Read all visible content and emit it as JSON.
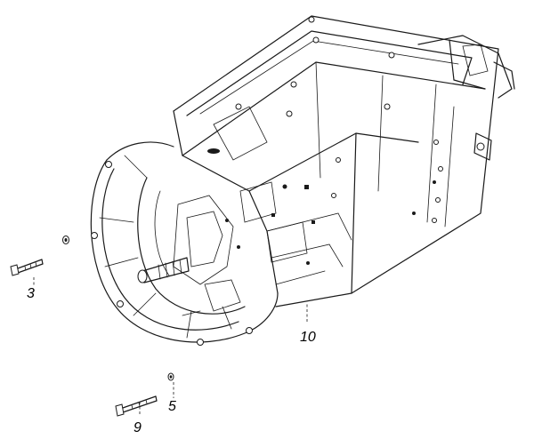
{
  "callouts": [
    {
      "id": "3",
      "label": "3"
    },
    {
      "id": "5",
      "label": "5"
    },
    {
      "id": "9",
      "label": "9"
    },
    {
      "id": "10",
      "label": "10"
    }
  ],
  "colors": {
    "line": "#1a1a1a",
    "background": "#ffffff"
  }
}
